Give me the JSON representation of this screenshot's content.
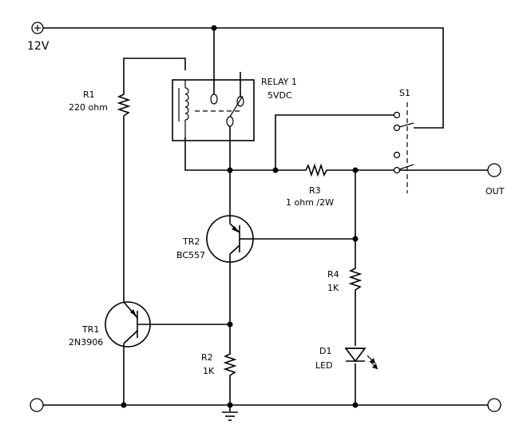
{
  "supply": {
    "label": "12V"
  },
  "relay": {
    "ref": "RELAY 1",
    "rating": "5VDC"
  },
  "switch": {
    "ref": "S1"
  },
  "output": {
    "label": "OUT"
  },
  "components": {
    "r1": {
      "ref": "R1",
      "value": "220 ohm"
    },
    "r2": {
      "ref": "R2",
      "value": "1K"
    },
    "r3": {
      "ref": "R3",
      "value": "1 ohm /2W"
    },
    "r4": {
      "ref": "R4",
      "value": "1K"
    },
    "tr1": {
      "ref": "TR1",
      "value": "2N3906"
    },
    "tr2": {
      "ref": "TR2",
      "value": "BC557"
    },
    "d1": {
      "ref": "D1",
      "value": "LED"
    }
  }
}
